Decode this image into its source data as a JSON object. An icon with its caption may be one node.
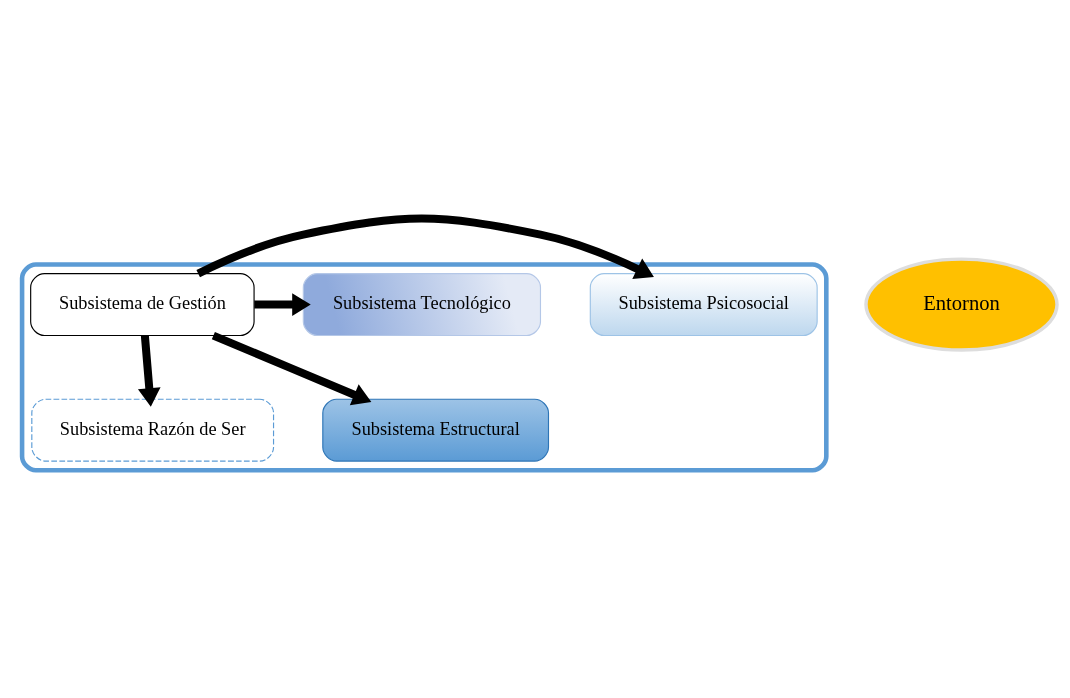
{
  "diagram": {
    "nodes": [
      {
        "text": [],
        "shape": "ellipse"
      },
      {
        "text": [
          "Entornon"
        ]
      },
      {
        "text": [
          "Subsistema Razón de Ser"
        ],
        "in": 0
      },
      {
        "text": [
          "Subsistema Psicosocial"
        ],
        "in": 0
      },
      {
        "text": [
          "Subsistema de Gestión"
        ],
        "in": 0
      },
      {
        "text": [
          "Subsistema Tecnológico"
        ],
        "in": 0
      },
      {
        "text": [
          "Subsistema Estructural"
        ],
        "in": 0
      }
    ],
    "edges": [
      {
        "from": 4,
        "to": 2,
        "arrow": "to"
      },
      {
        "from": 4,
        "to": 3,
        "arrow": "to"
      },
      {
        "from": 4,
        "to": 5,
        "arrow": "to"
      },
      {
        "from": 4,
        "to": 6,
        "arrow": "to"
      }
    ]
  }
}
